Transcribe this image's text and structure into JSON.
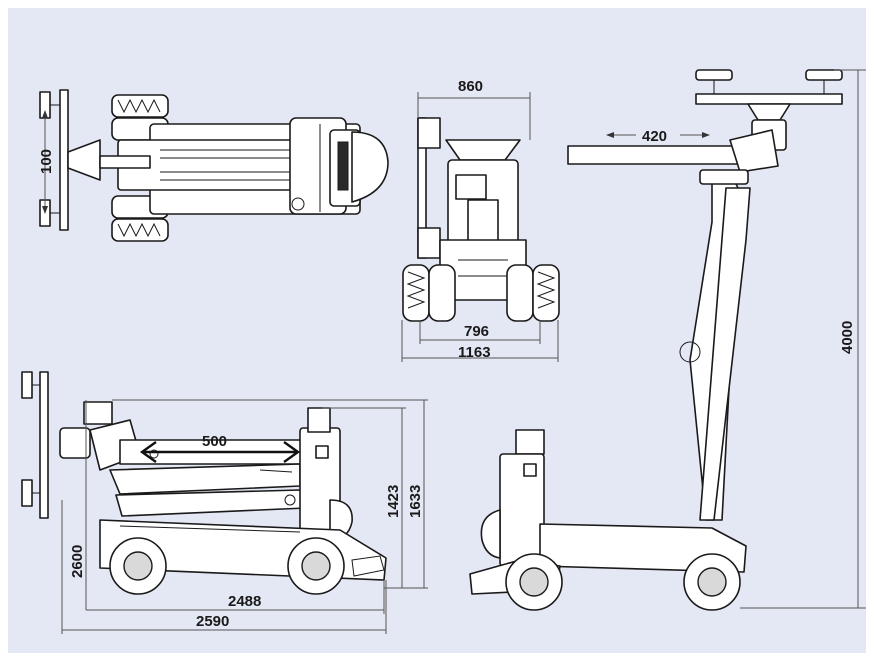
{
  "dimensions": {
    "top_view_width": "100",
    "front_view_width": "860",
    "front_track_inner": "796",
    "front_track_outer": "1163",
    "boom_extension": "420",
    "max_height": "4000",
    "telescope_stroke": "500",
    "stowed_height": "1423",
    "overall_stowed_height": "1633",
    "lower_height": "2600",
    "wheelbase_length": "2488",
    "overall_length": "2590"
  },
  "colors": {
    "background": "#e4e7f4",
    "outline": "#1a1a1a",
    "dimension_line": "#555555"
  }
}
